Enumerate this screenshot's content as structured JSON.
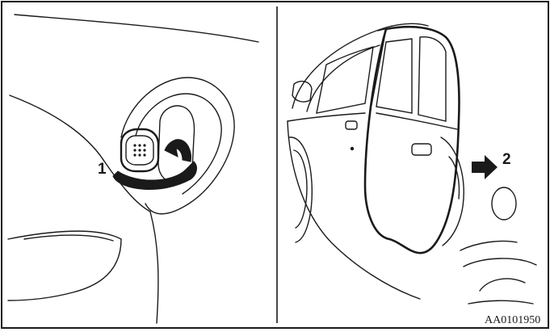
{
  "figure": {
    "panels": [
      {
        "name": "left-panel",
        "callout": "1"
      },
      {
        "name": "right-panel",
        "callout": "2"
      }
    ],
    "reference_code": "AA0101950",
    "colors": {
      "ink": "#1a1a1a",
      "paper": "#ffffff",
      "fill": "#1a1a1a"
    }
  }
}
